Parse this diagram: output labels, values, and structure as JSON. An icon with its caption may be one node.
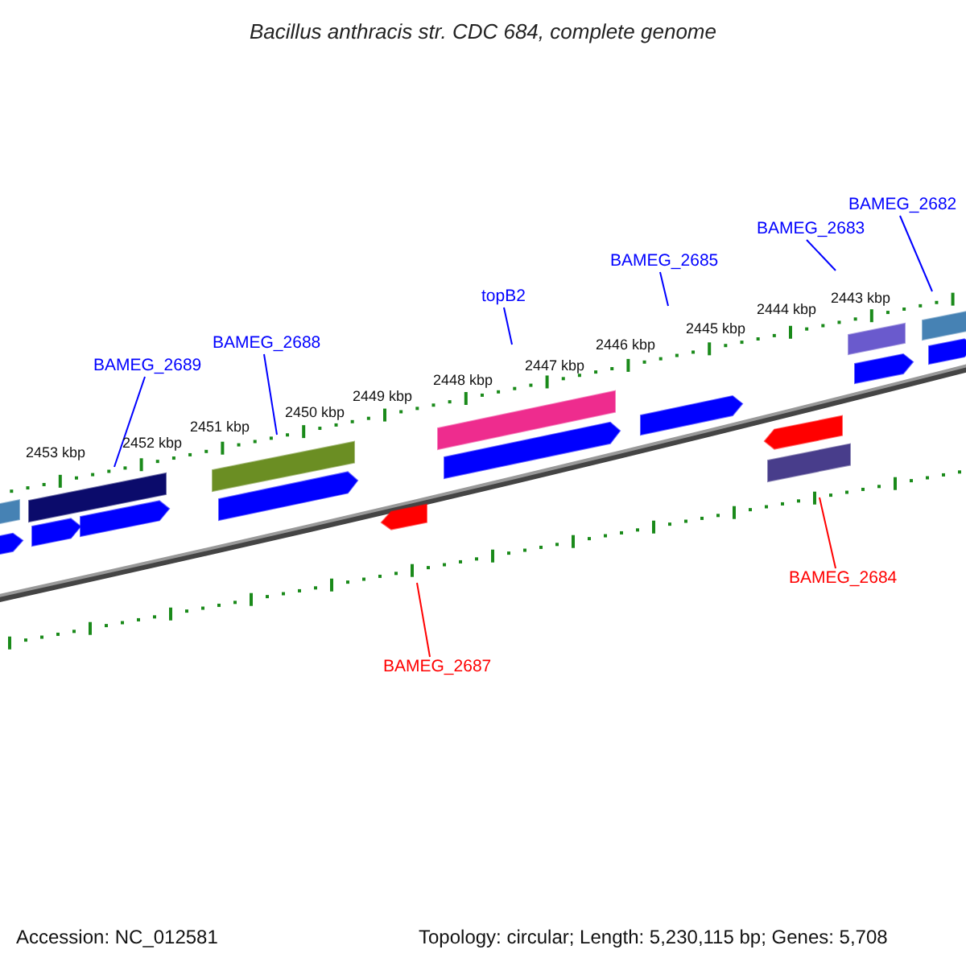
{
  "diagram": {
    "title": "Bacillus anthracis str. CDC 684, complete genome",
    "nodes": [
      {
        "text": [
          "BAMEG_2689"
        ]
      },
      {
        "text": [
          "BAMEG_2688"
        ]
      },
      {
        "text": [
          "topB2"
        ]
      },
      {
        "text": [
          "BAMEG_2685"
        ]
      },
      {
        "text": [
          "BAMEG_2683"
        ]
      },
      {
        "text": [
          "BAMEG_2682"
        ]
      },
      {
        "text": [
          "BAMEG_2687"
        ]
      },
      {
        "text": [
          "BAMEG_2684"
        ]
      }
    ],
    "edges": [
      {
        "from": 0,
        "to": null,
        "arrow": "none"
      },
      {
        "from": 1,
        "to": null,
        "arrow": "none"
      },
      {
        "from": 2,
        "to": null,
        "arrow": "none"
      },
      {
        "from": 3,
        "to": null,
        "arrow": "none"
      },
      {
        "from": 4,
        "to": null,
        "arrow": "none"
      },
      {
        "from": 5,
        "to": null,
        "arrow": "none"
      },
      {
        "from": 6,
        "to": null,
        "arrow": "none",
        "color": "#ff0000"
      },
      {
        "from": 7,
        "to": null,
        "arrow": "none",
        "color": "#ff0000"
      }
    ],
    "labels": [
      "2443 kbp",
      "2444 kbp",
      "2445 kbp",
      "2446 kbp",
      "2447 kbp",
      "2448 kbp",
      "2449 kbp",
      "2450 kbp",
      "2451 kbp",
      "2452 kbp",
      "2453 kbp",
      "Accession: NC_012581",
      "Topology: circular; Length: 5,230,115 bp; Genes: 5,708"
    ]
  }
}
